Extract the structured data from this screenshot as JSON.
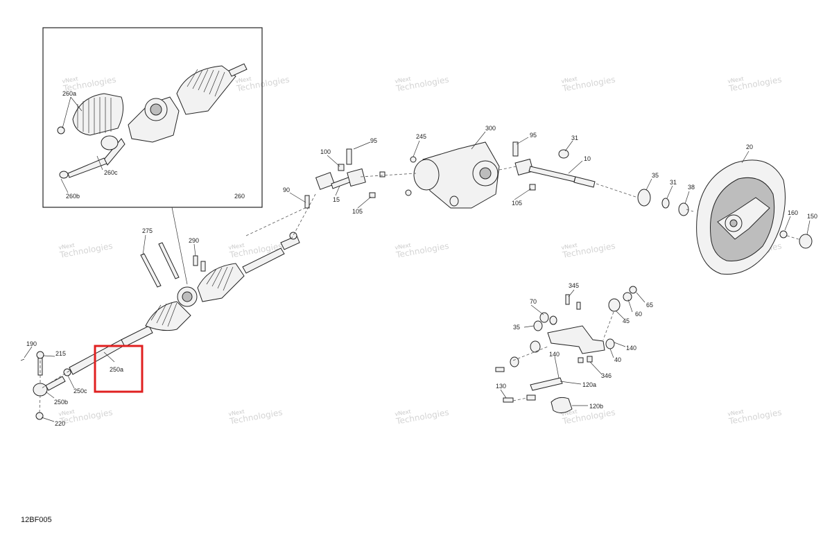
{
  "drawing_code": "12BF005",
  "watermark": {
    "line1": "vNext",
    "line2": "Technologies"
  },
  "callouts": [
    "260a",
    "260c",
    "260b",
    "260",
    "275",
    "290",
    "90",
    "100",
    "95",
    "15",
    "105",
    "245",
    "300",
    "95",
    "105",
    "10",
    "31",
    "35",
    "31",
    "38",
    "20",
    "160",
    "150",
    "190",
    "215",
    "250c",
    "250b",
    "220",
    "250a",
    "345",
    "70",
    "35",
    "65",
    "60",
    "45",
    "140",
    "140",
    "40",
    "346",
    "130",
    "120a",
    "120b"
  ],
  "highlight": {
    "label": "250a",
    "color": "#e02020"
  }
}
